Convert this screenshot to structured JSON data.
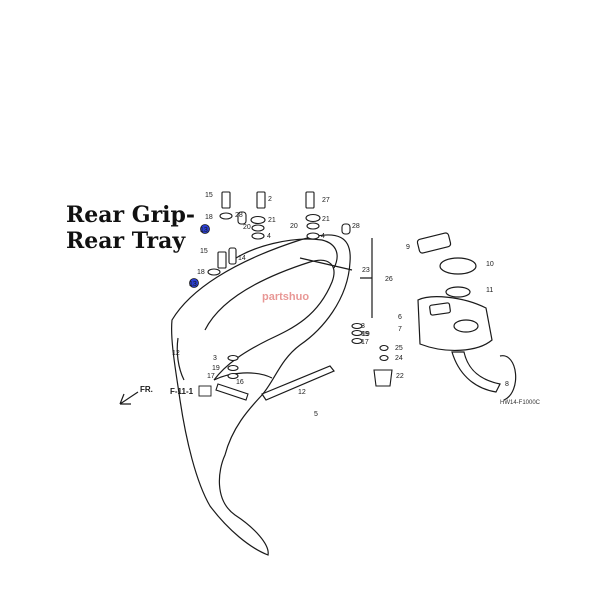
{
  "diagram": {
    "title_line1": "Rear Grip-",
    "title_line2": "Rear Tray",
    "watermark": "partshuo",
    "diagram_code": "HW14-F1000C",
    "section_ref": "F-11-1",
    "front_label": "FR.",
    "callouts": [
      "2",
      "3",
      "4",
      "5",
      "6",
      "7",
      "8",
      "9",
      "10",
      "11",
      "12",
      "13",
      "14",
      "15",
      "16",
      "17",
      "18",
      "19",
      "20",
      "21",
      "22",
      "23",
      "24",
      "25",
      "26",
      "27",
      "28"
    ],
    "callout_repeats": [
      "12",
      "13",
      "15",
      "18",
      "19",
      "20",
      "21",
      "28",
      "3",
      "4",
      "17",
      "19"
    ],
    "colors": {
      "line": "#1a1a1a",
      "highlight": "#2b3fd1",
      "watermark": "#d9534f"
    }
  }
}
